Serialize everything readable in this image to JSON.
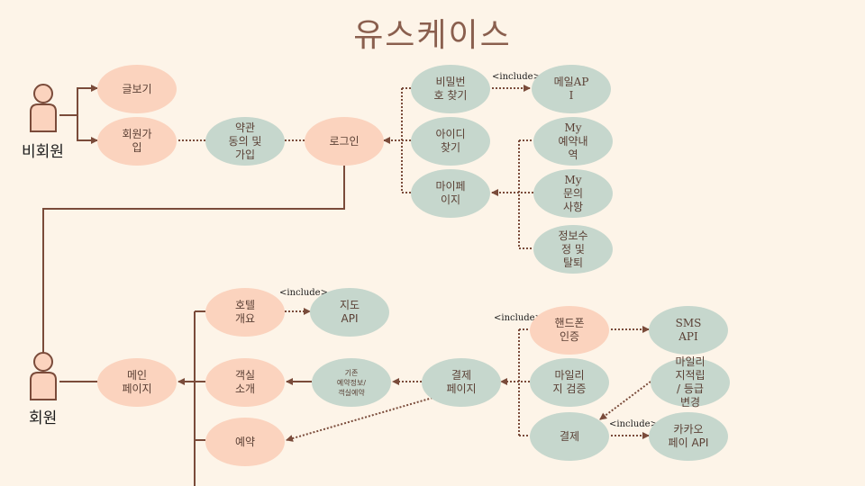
{
  "title": "유스케이스",
  "actors": {
    "nonmember": "비회원",
    "member": "회원"
  },
  "include_label": "<include>",
  "nodes": {
    "read_post": "글보기",
    "signup": "회원가\n입",
    "terms": "약관\n동의 및\n가입",
    "login": "로그인",
    "find_password": "비밀번\n호 찾기",
    "find_id": "아이디\n찾기",
    "mypage": "마이페\n이지",
    "mail_api": "메일AP\nI",
    "my_reservations": "My\n예약내\n역",
    "my_inquiries": "My\n문의\n사항",
    "info_edit": "정보수\n정 및\n탈퇴",
    "main_page": "메인\n페이지",
    "hotel_overview": "호텔\n개요",
    "map_api": "지도\nAPI",
    "room_intro": "객실\n소개",
    "reservation": "예약",
    "reservation_info": "기존\n예약정보/\n객실예약",
    "payment_page": "결제\n페이지",
    "phone_auth": "핸드폰\n인증",
    "sms_api": "SMS\nAPI",
    "mileage_check": "마일리\n지 검증",
    "mileage_earn": "마일리\n지적립\n/ 등급\n변경",
    "payment": "결제",
    "kakaopay_api": "카카오\n페이 API"
  },
  "colors": {
    "background": "#fdf4e8",
    "pink": "#fbd3be",
    "green": "#c6d7cd",
    "line": "#7a4b3a",
    "title": "#8a5f4e"
  }
}
